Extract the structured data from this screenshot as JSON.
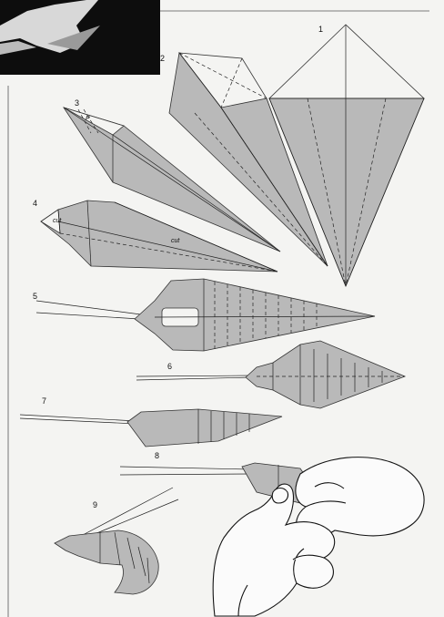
{
  "diagram": {
    "steps": [
      {
        "id": "1",
        "label": "1"
      },
      {
        "id": "2",
        "label": "2"
      },
      {
        "id": "3",
        "label": "3"
      },
      {
        "id": "4",
        "label": "4"
      },
      {
        "id": "5",
        "label": "5"
      },
      {
        "id": "6",
        "label": "6"
      },
      {
        "id": "7",
        "label": "7"
      },
      {
        "id": "8",
        "label": "8"
      },
      {
        "id": "9",
        "label": "9"
      }
    ],
    "annotations": {
      "p_mark": "P",
      "cut_head": "cut",
      "cut_body": "cut"
    },
    "colors": {
      "paper_gray": "#b9b9b9",
      "background": "#f4f4f2",
      "photo_black": "#0d0d0d"
    }
  }
}
